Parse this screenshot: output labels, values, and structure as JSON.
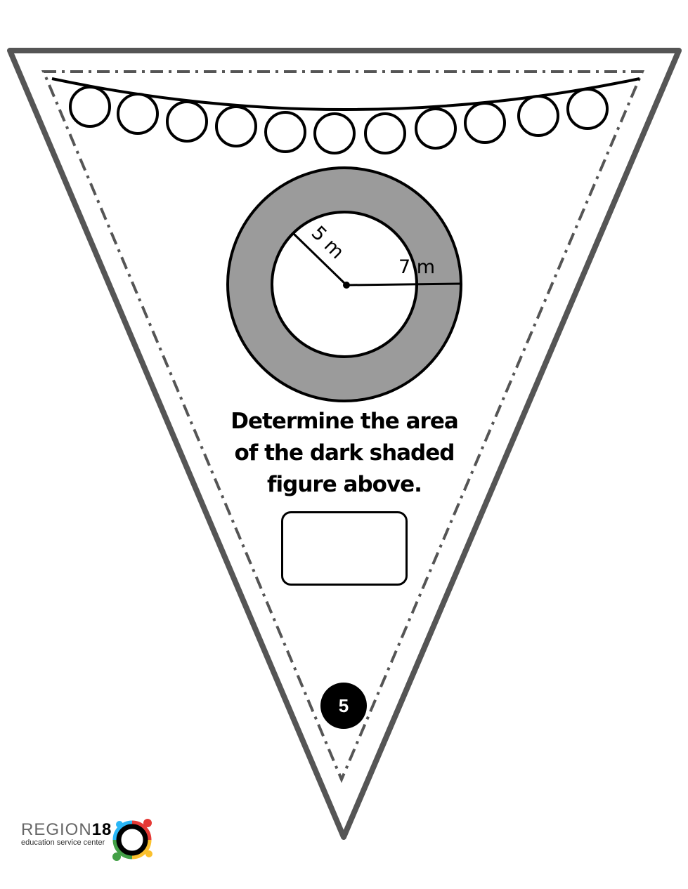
{
  "figure": {
    "inner_radius_label": "5 m",
    "outer_radius_label": "7 m",
    "shade_color": "#9b9b9b"
  },
  "prompt": {
    "lines": [
      "Determine the area",
      "of the dark shaded",
      "figure above."
    ]
  },
  "card_number": "5",
  "logo": {
    "name": "REGION",
    "number": "18",
    "subtitle": "education service center"
  }
}
